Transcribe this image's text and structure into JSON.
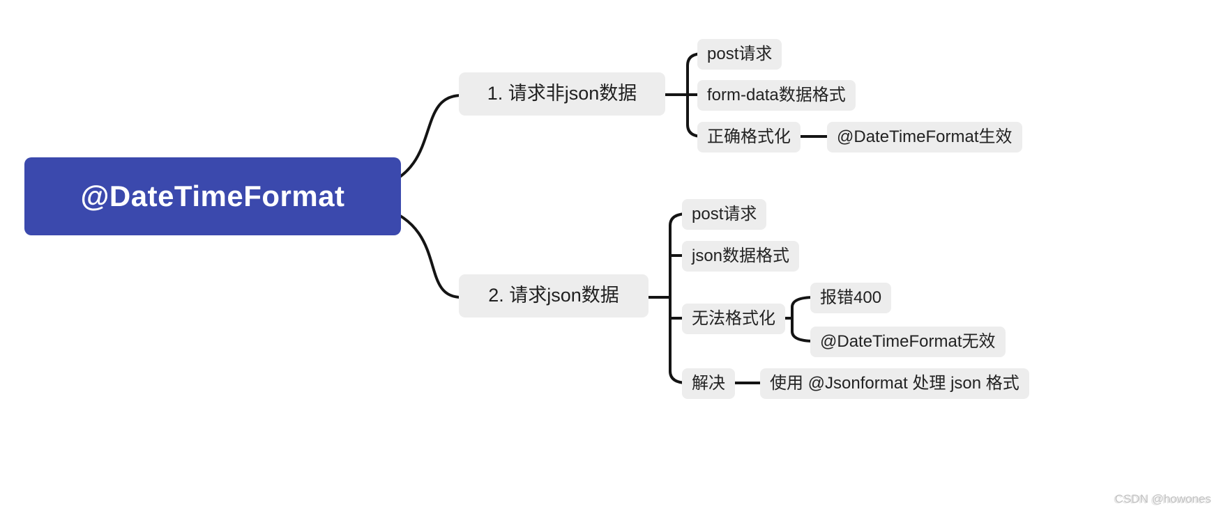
{
  "mindmap": {
    "root": {
      "label": "@DateTimeFormat",
      "bg_color": "#3b49ad",
      "text_color": "#ffffff"
    },
    "branches": [
      {
        "label": "1. 请求非json数据",
        "children": [
          {
            "label": "post请求"
          },
          {
            "label": "form-data数据格式"
          },
          {
            "label": "正确格式化",
            "children": [
              {
                "label": "@DateTimeFormat生效"
              }
            ]
          }
        ]
      },
      {
        "label": "2. 请求json数据",
        "children": [
          {
            "label": "post请求"
          },
          {
            "label": "json数据格式"
          },
          {
            "label": "无法格式化",
            "children": [
              {
                "label": "报错400"
              },
              {
                "label": "@DateTimeFormat无效"
              }
            ]
          },
          {
            "label": "解决",
            "children": [
              {
                "label": "使用 @Jsonformat 处理 json 格式"
              }
            ]
          }
        ]
      }
    ],
    "node_bg_color": "#ededed",
    "node_text_color": "#222222",
    "edge_color": "#141414"
  },
  "watermark": {
    "text": "CSDN @howones",
    "color": "#c3c3c3"
  }
}
